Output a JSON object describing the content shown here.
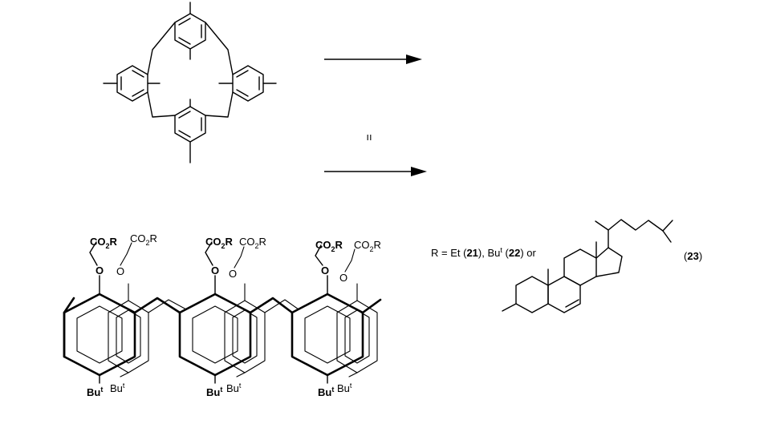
{
  "reagent_marker": "ıı",
  "substituent": {
    "co2r": "CO",
    "co2r_sub": "2",
    "co2r_r": "R"
  },
  "tbu": {
    "base": "Bu",
    "sup": "t"
  },
  "r_definition": {
    "prefix": "R = Et (",
    "cmpd_a": "21",
    "mid1": "), Bu",
    "sup": "t",
    "mid2": " (",
    "cmpd_b": "22",
    "suffix": ") or"
  },
  "steroid_label": {
    "open": "(",
    "cmpd": "23",
    "close": ")"
  }
}
